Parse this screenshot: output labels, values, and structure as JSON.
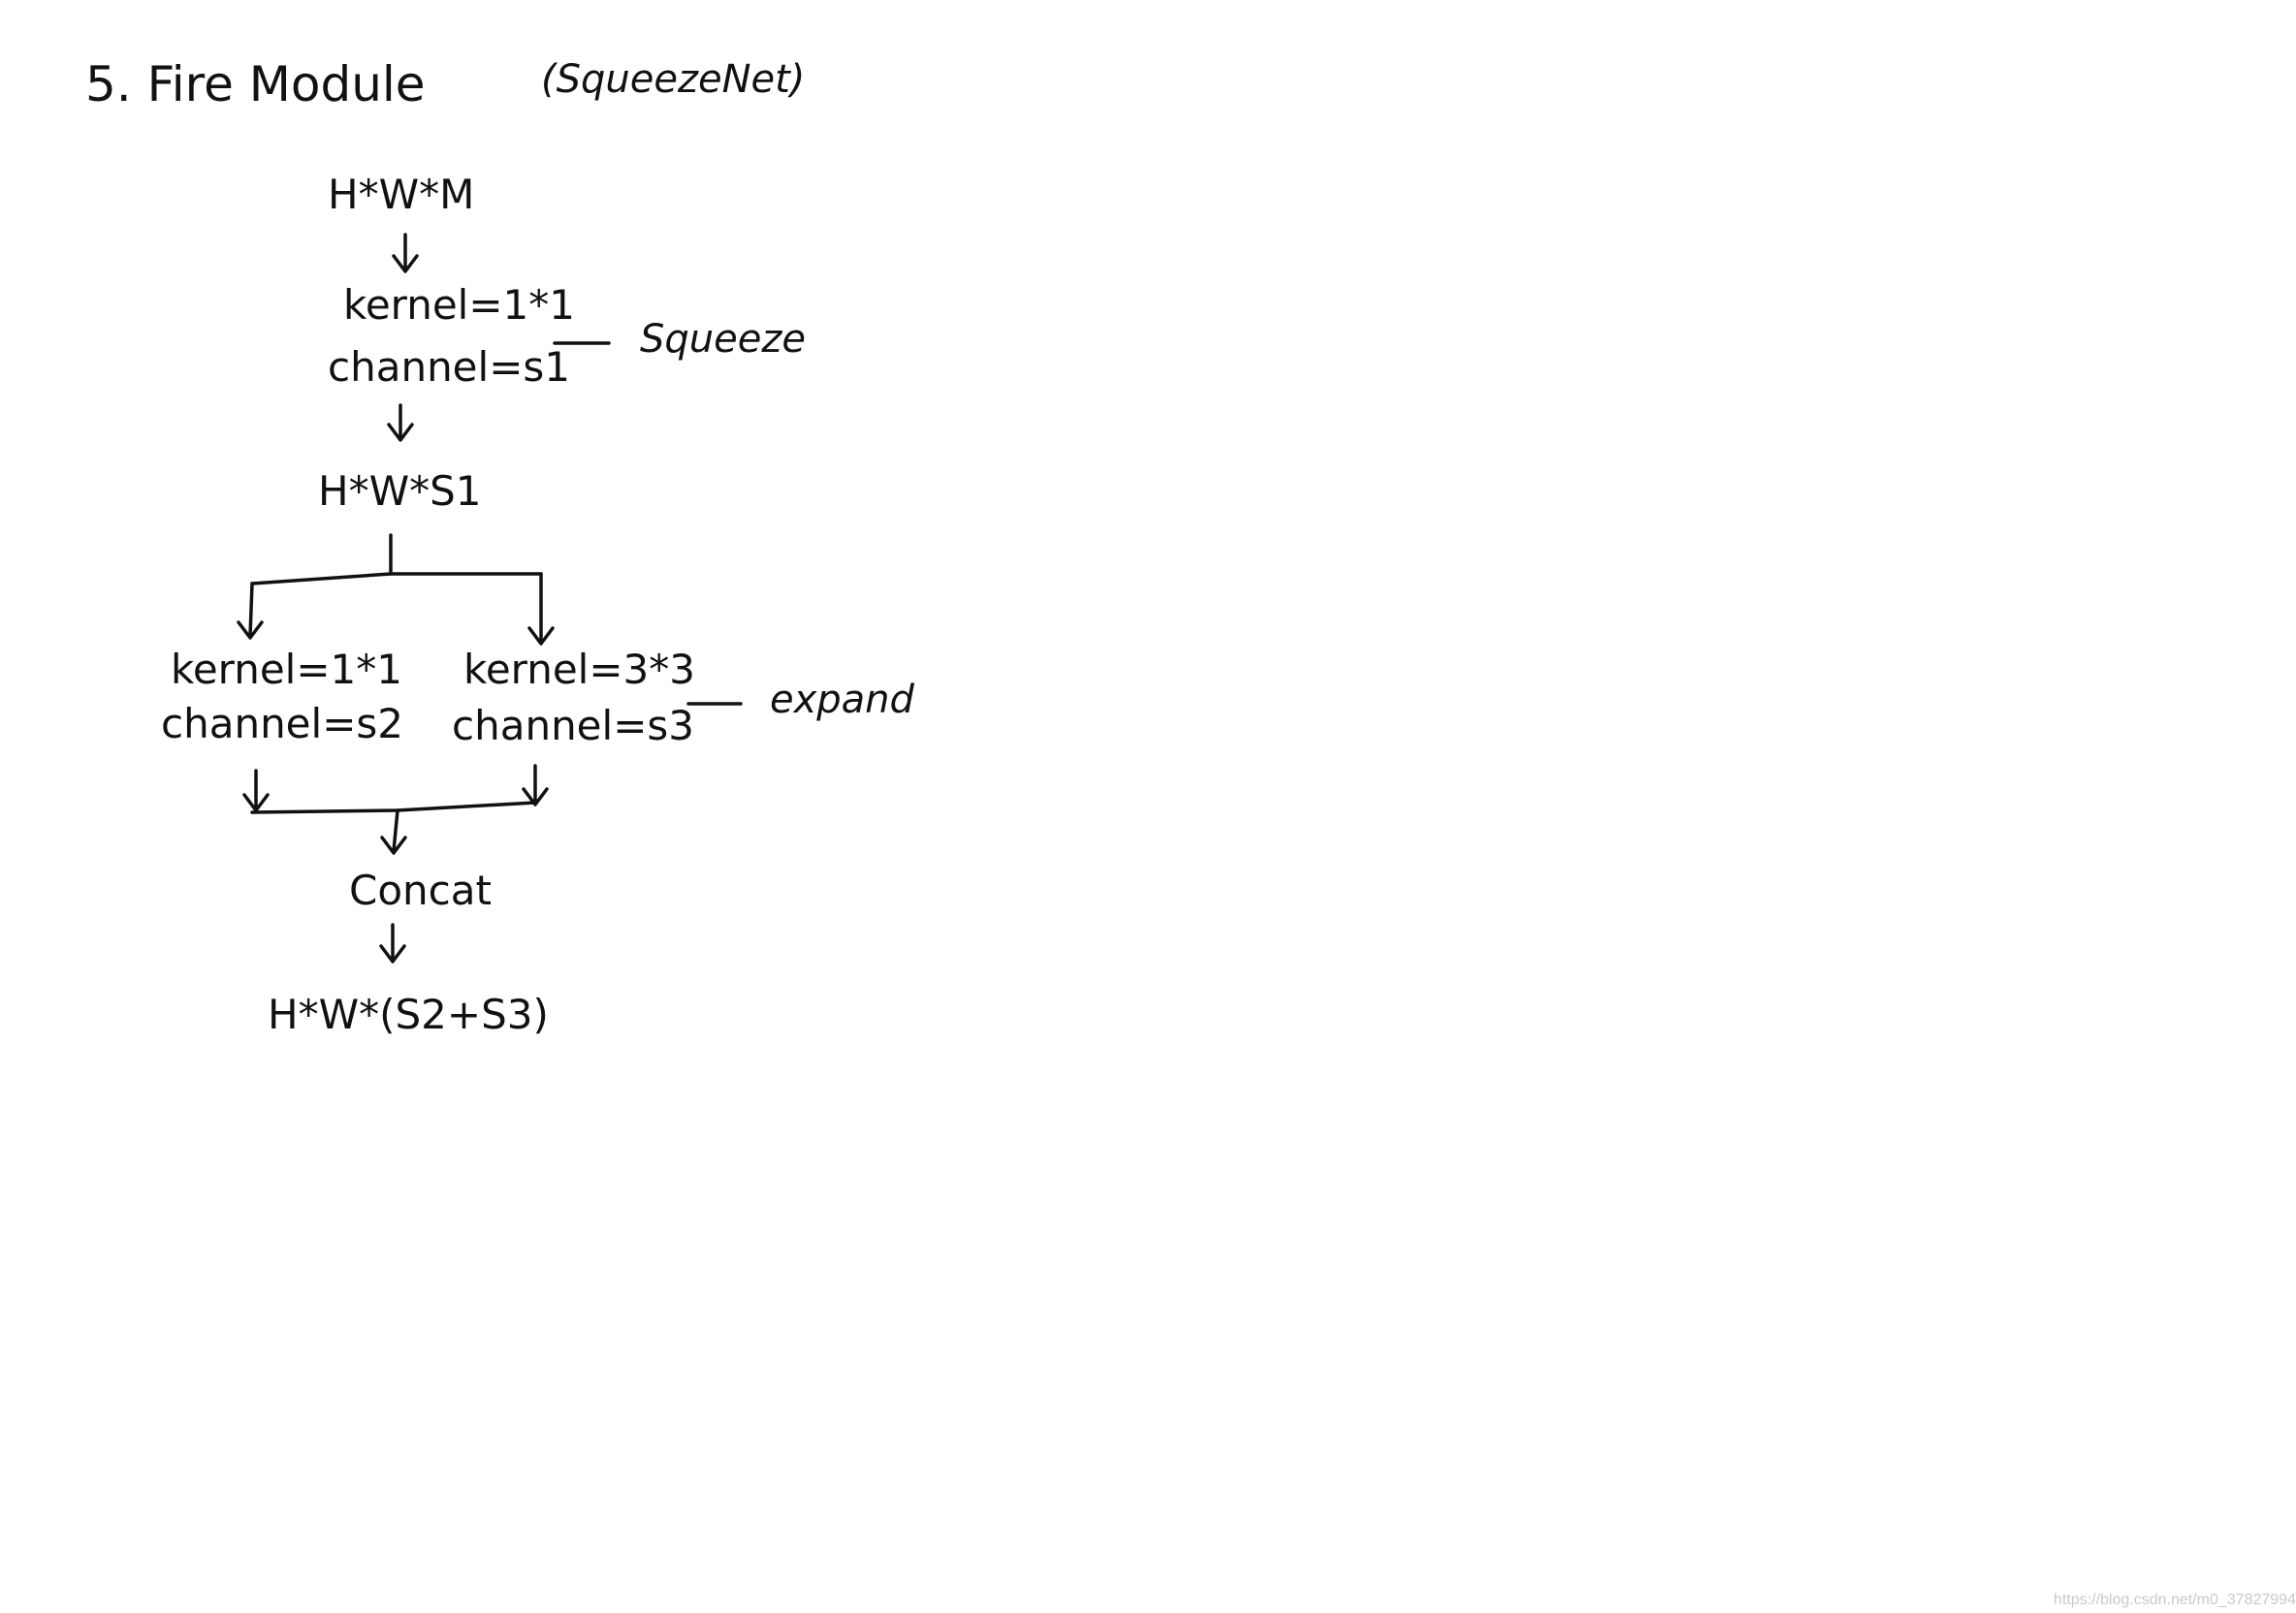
{
  "header": {
    "title": "5. Fire Module",
    "subtitle": "(SqueezeNet)"
  },
  "nodes": {
    "input": "H*W*M",
    "squeeze_kernel": "kernel=1*1",
    "squeeze_channel": "channel=s1",
    "squeeze_output": "H*W*S1",
    "expand1_kernel": "kernel=1*1",
    "expand1_channel": "channel=s2",
    "expand3_kernel": "kernel=3*3",
    "expand3_channel": "channel=s3",
    "concat": "Concat",
    "output": "H*W*(S2+S3)"
  },
  "annotations": {
    "squeeze_label": "Squeeze",
    "expand_label": "expand"
  },
  "watermark": "https://blog.csdn.net/m0_37827994"
}
